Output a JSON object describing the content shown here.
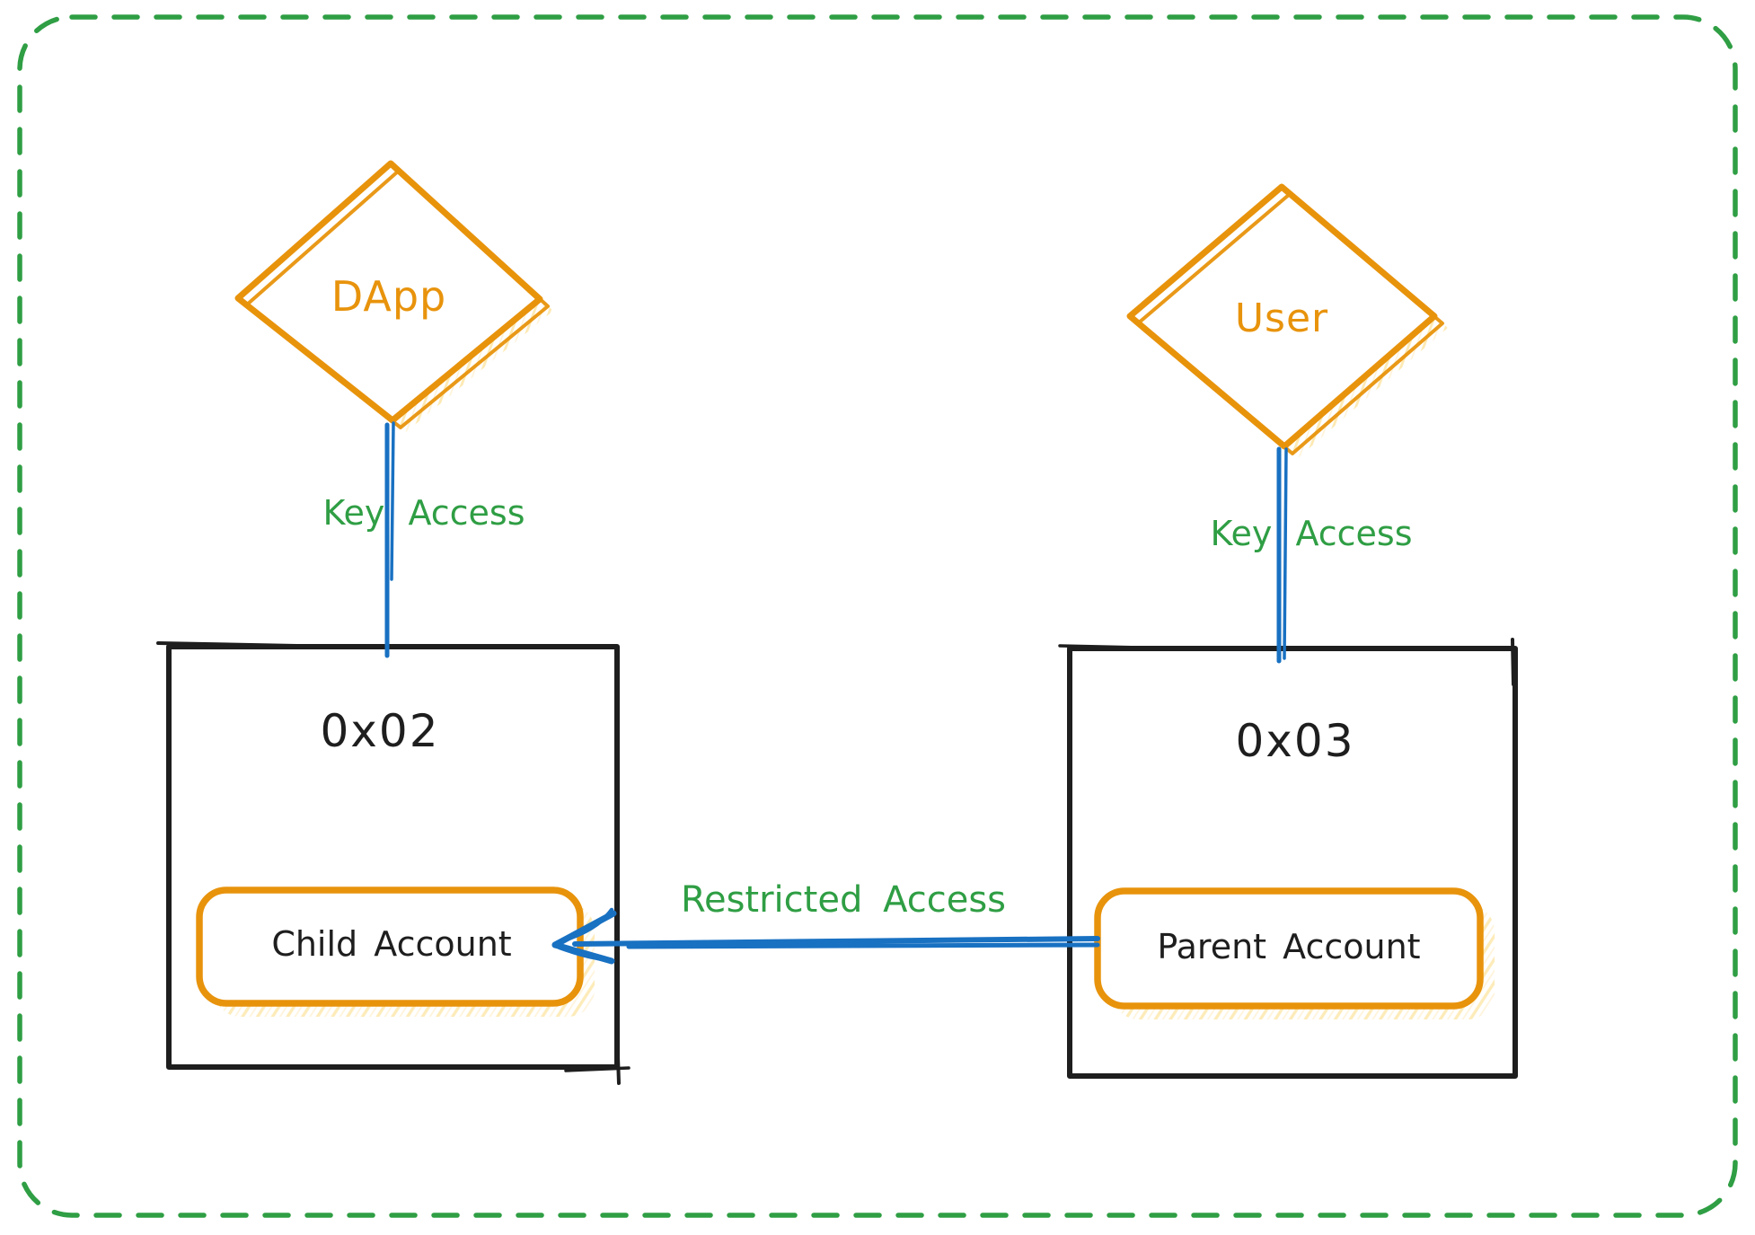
{
  "colors": {
    "orange": "#e8930c",
    "yellow": "#fcdf8d",
    "yellow-light": "#ffedc2",
    "blue": "#1971c2",
    "green": "#2f9e44",
    "ink": "#1e1e1e",
    "bg": "#ffffff"
  },
  "nodes": {
    "dapp": {
      "label": "DApp",
      "shape": "diamond"
    },
    "user": {
      "label": "User",
      "shape": "diamond"
    },
    "account_0x02": {
      "label": "0x02",
      "shape": "rectangle"
    },
    "account_0x03": {
      "label": "0x03",
      "shape": "rectangle"
    },
    "child_account": {
      "label": "Child Account",
      "shape": "rounded-rectangle"
    },
    "parent_account": {
      "label": "Parent Account",
      "shape": "rounded-rectangle"
    }
  },
  "edges": {
    "dapp_key_access": {
      "label": "Key Access",
      "from": "DApp",
      "to": "0x02"
    },
    "user_key_access": {
      "label": "Key Access",
      "from": "User",
      "to": "0x03"
    },
    "restricted_access": {
      "label": "Restricted Access",
      "from": "Parent Account",
      "to": "Child Account"
    }
  }
}
